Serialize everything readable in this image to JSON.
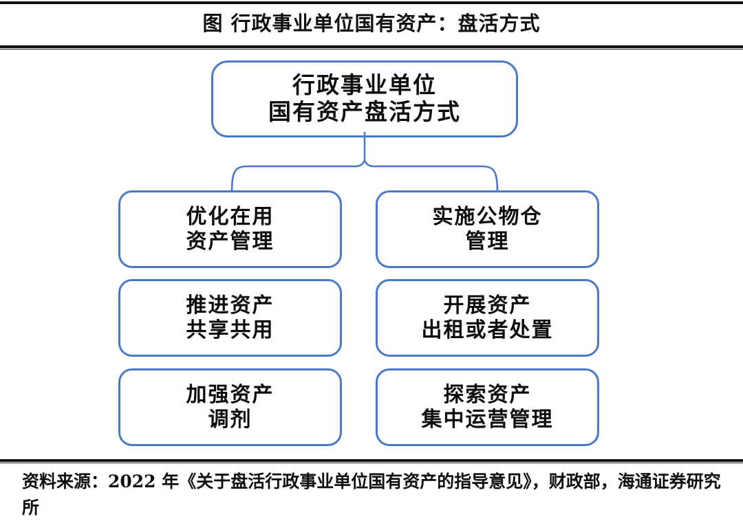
{
  "figure": {
    "title": "图  行政事业单位国有资产：盘活方式",
    "root": {
      "line1": "行政事业单位",
      "line2": "国有资产盘活方式"
    },
    "branches": [
      {
        "line1": "优化在用",
        "line2": "资产管理"
      },
      {
        "line1": "实施公物仓",
        "line2": "管理"
      },
      {
        "line1": "推进资产",
        "line2": "共享共用"
      },
      {
        "line1": "开展资产",
        "line2": "出租或者处置"
      },
      {
        "line1": "加强资产",
        "line2": "调剂"
      },
      {
        "line1": "探索资产",
        "line2": "集中运营管理"
      }
    ],
    "source": "资料来源：2022 年《关于盘活行政事业单位国有资产的指导意见》，财政部，海通证券研究所",
    "colors": {
      "node_border": "#4a79c9",
      "connector": "#4a79c9",
      "rule": "#111111",
      "text": "#101010",
      "node_fill": "#ffffff"
    }
  }
}
